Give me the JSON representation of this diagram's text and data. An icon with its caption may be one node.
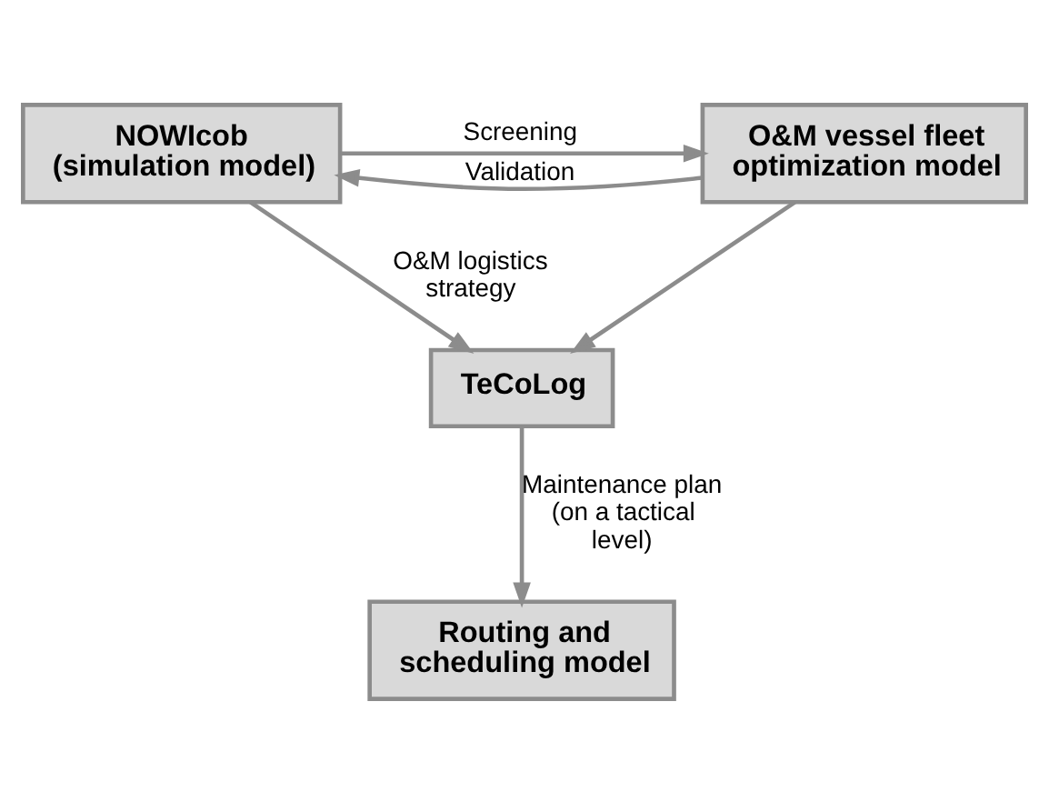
{
  "diagram": {
    "nodes": [
      {
        "text": [
          "NOWIcob (simulation model)"
        ]
      },
      {
        "text": [
          "O&M vessel fleet optimization model"
        ]
      },
      {
        "text": [
          "TeCoLog"
        ]
      },
      {
        "text": [
          "Routing and scheduling model"
        ]
      }
    ],
    "edges": [
      {
        "from": 0,
        "to": 1,
        "arrow": "to",
        "label": "Screening"
      },
      {
        "from": 1,
        "to": 0,
        "arrow": "to",
        "label": "Validation"
      },
      {
        "from": 0,
        "to": 2,
        "arrow": "to",
        "label": "O&M logistics strategy"
      },
      {
        "from": 1,
        "to": 2,
        "arrow": "to"
      },
      {
        "from": 2,
        "to": 3,
        "arrow": "to",
        "label": "Maintenance plan (on a tactical level)"
      }
    ]
  }
}
